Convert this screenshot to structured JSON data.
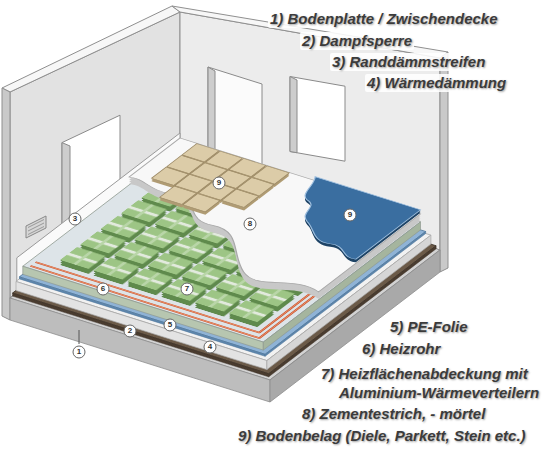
{
  "diagram": {
    "labels": [
      "1) Bodenplatte / Zwischendecke",
      "2) Dampfsperre",
      "3) Randdämmstreifen",
      "4) Wärmedämmung",
      "9",
      "9",
      "8",
      "3",
      "6",
      "7",
      "5",
      "2",
      "1",
      "4",
      "5) PE-Folie",
      "6) Heizrohr",
      "7) Heizflächenabdeckung mit Aluminium-Wärmeverteilern",
      "8) Zementestrich, - mörtel",
      "9) Bodenbelag (Diele, Parkett, Stein etc.)"
    ]
  }
}
